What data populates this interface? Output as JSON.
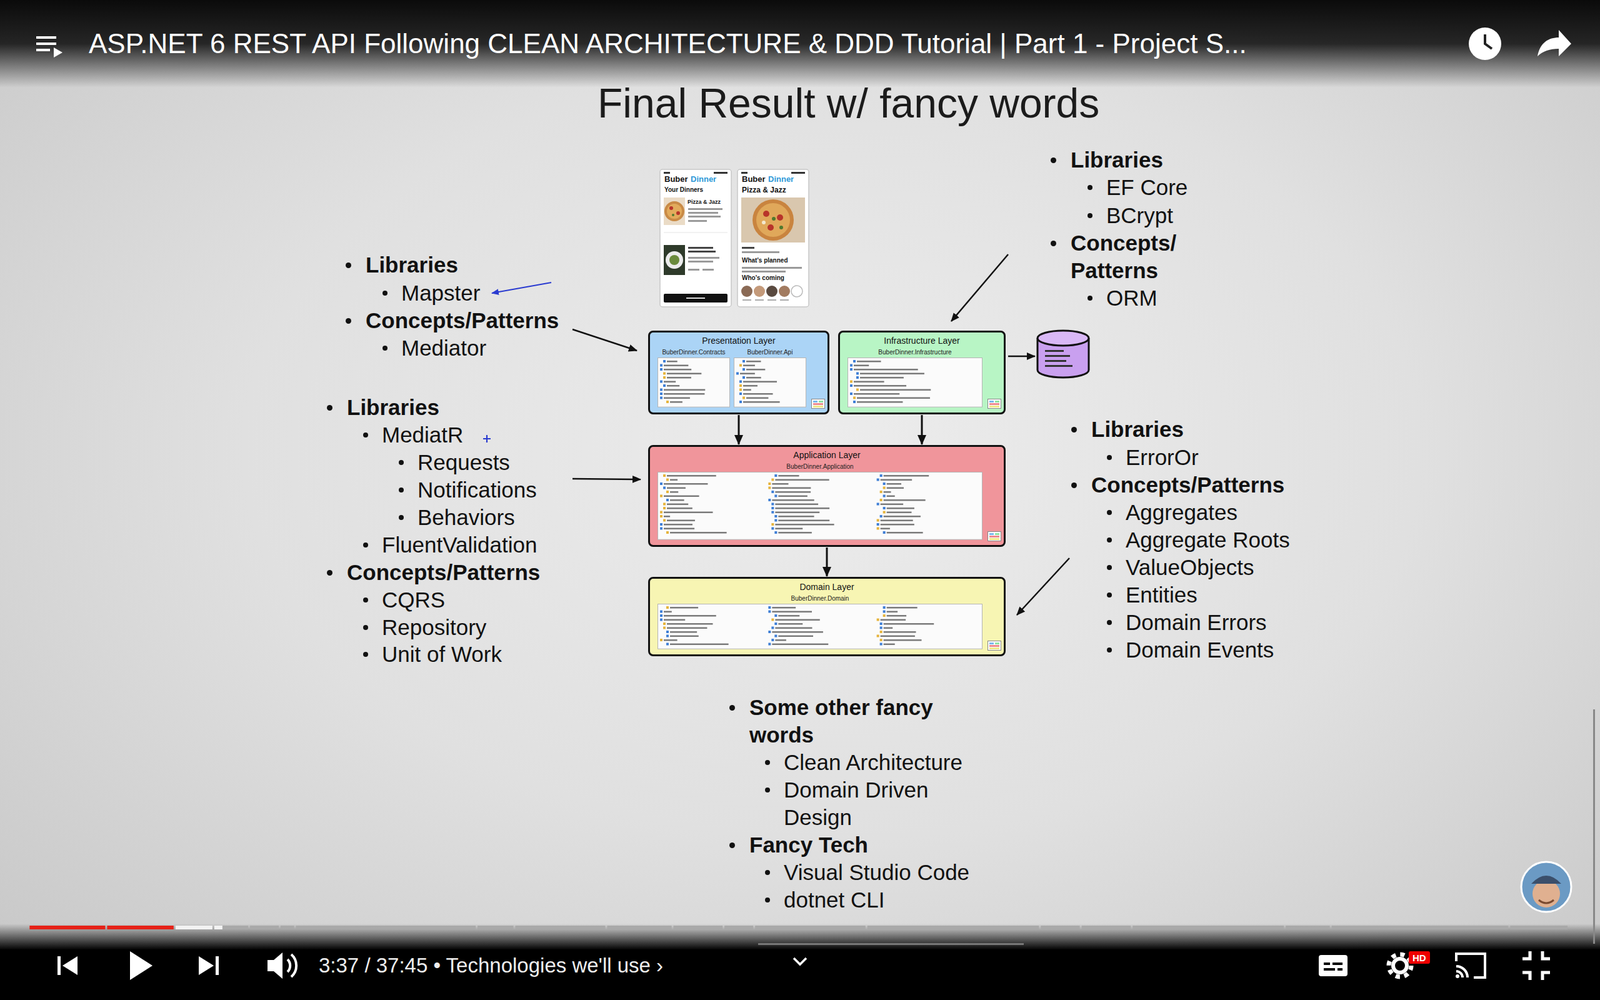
{
  "diagram": {
    "title": "Final Result w/ fancy words",
    "nodes": [
      {
        "text": [
          "Presentation Layer",
          "BuberDinner.Contracts",
          "BuberDinner.Api"
        ]
      },
      {
        "text": [
          "Infrastructure Layer",
          "BuberDinner.Infrastructure"
        ]
      },
      {
        "text": [
          "Application Layer",
          "BuberDinner.Application"
        ]
      },
      {
        "text": [
          "Domain Layer",
          "BuberDinner.Domain"
        ]
      }
    ],
    "edges": [
      {
        "from": 0,
        "to": 2,
        "arrow": "to"
      },
      {
        "from": 1,
        "to": 2,
        "arrow": "to"
      },
      {
        "from": 2,
        "to": 3,
        "arrow": "to"
      }
    ],
    "labels": [
      "ASP.NET 6 REST API Following CLEAN ARCHITECTURE & DDD Tutorial | Part 1 - Project S...",
      "Buber",
      "Dinner",
      "Your Dinners",
      "Pizza & Jazz",
      "Buber",
      "Dinner",
      "Pizza & Jazz",
      "What's planned",
      "Who's coming",
      "Libraries",
      "EF Core",
      "BCrypt",
      "Concepts/ Patterns",
      "ORM",
      "Libraries",
      "Mapster",
      "Concepts/Patterns",
      "Mediator",
      "Libraries",
      "MediatR",
      "Requests",
      "Notifications",
      "Behaviors",
      "FluentValidation",
      "Concepts/Patterns",
      "CQRS",
      "Repository",
      "Unit of Work",
      "Libraries",
      "ErrorOr",
      "Concepts/Patterns",
      "Aggregates",
      "Aggregate Roots",
      "ValueObjects",
      "Entities",
      "Domain Errors",
      "Domain Events",
      "Some other fancy words",
      "Clean Architecture",
      "Domain Driven Design",
      "Fancy Tech",
      "Visual Studio Code",
      "dotnet CLI",
      "3:37 / 37:45 • Technologies we'll use ›",
      "HD"
    ]
  }
}
